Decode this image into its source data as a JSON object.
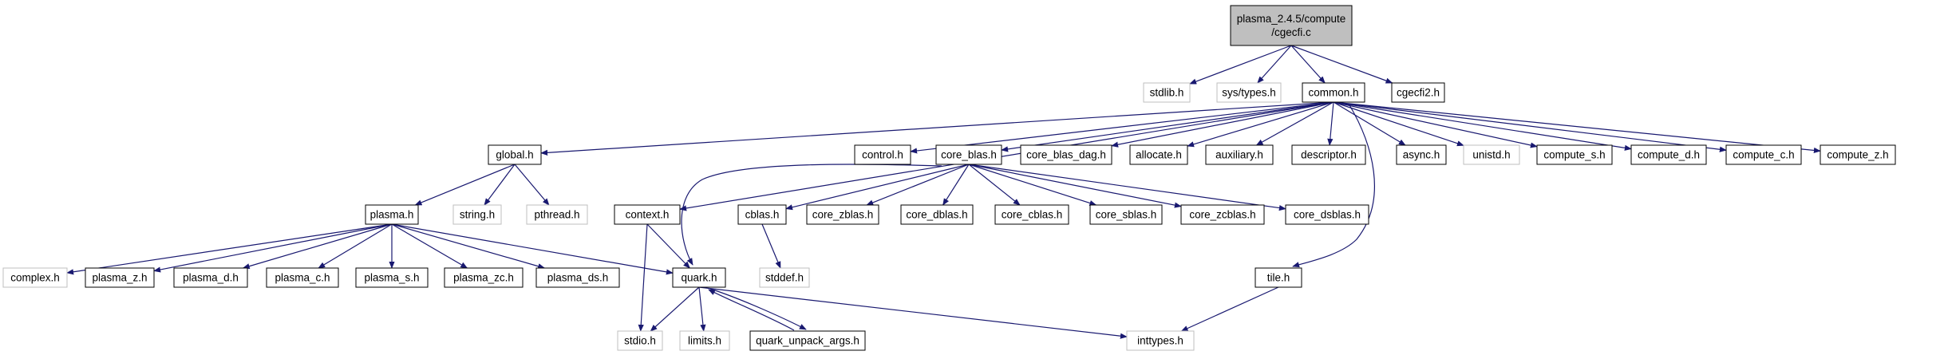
{
  "graph": {
    "nodes": [
      {
        "id": "root",
        "lines": [
          "plasma_2.4.5/compute",
          "/cgecfi.c"
        ],
        "style": "root"
      },
      {
        "id": "stdlib",
        "lines": [
          "stdlib.h"
        ],
        "style": "external"
      },
      {
        "id": "systypes",
        "lines": [
          "sys/types.h"
        ],
        "style": "external"
      },
      {
        "id": "common",
        "lines": [
          "common.h"
        ],
        "style": "local"
      },
      {
        "id": "cgecfi2",
        "lines": [
          "cgecfi2.h"
        ],
        "style": "local"
      },
      {
        "id": "global",
        "lines": [
          "global.h"
        ],
        "style": "local"
      },
      {
        "id": "control",
        "lines": [
          "control.h"
        ],
        "style": "local"
      },
      {
        "id": "coreblas",
        "lines": [
          "core_blas.h"
        ],
        "style": "local"
      },
      {
        "id": "coreblasdag",
        "lines": [
          "core_blas_dag.h"
        ],
        "style": "local"
      },
      {
        "id": "allocate",
        "lines": [
          "allocate.h"
        ],
        "style": "local"
      },
      {
        "id": "auxiliary",
        "lines": [
          "auxiliary.h"
        ],
        "style": "local"
      },
      {
        "id": "descriptor",
        "lines": [
          "descriptor.h"
        ],
        "style": "local"
      },
      {
        "id": "async",
        "lines": [
          "async.h"
        ],
        "style": "local"
      },
      {
        "id": "unistd",
        "lines": [
          "unistd.h"
        ],
        "style": "external"
      },
      {
        "id": "computes",
        "lines": [
          "compute_s.h"
        ],
        "style": "local"
      },
      {
        "id": "computed",
        "lines": [
          "compute_d.h"
        ],
        "style": "local"
      },
      {
        "id": "computec",
        "lines": [
          "compute_c.h"
        ],
        "style": "local"
      },
      {
        "id": "computez",
        "lines": [
          "compute_z.h"
        ],
        "style": "local"
      },
      {
        "id": "plasma",
        "lines": [
          "plasma.h"
        ],
        "style": "local"
      },
      {
        "id": "string",
        "lines": [
          "string.h"
        ],
        "style": "external"
      },
      {
        "id": "pthread",
        "lines": [
          "pthread.h"
        ],
        "style": "external"
      },
      {
        "id": "context",
        "lines": [
          "context.h"
        ],
        "style": "local"
      },
      {
        "id": "cblas",
        "lines": [
          "cblas.h"
        ],
        "style": "local"
      },
      {
        "id": "corezblas",
        "lines": [
          "core_zblas.h"
        ],
        "style": "local"
      },
      {
        "id": "coredblas",
        "lines": [
          "core_dblas.h"
        ],
        "style": "local"
      },
      {
        "id": "corecblas",
        "lines": [
          "core_cblas.h"
        ],
        "style": "local"
      },
      {
        "id": "coresblas",
        "lines": [
          "core_sblas.h"
        ],
        "style": "local"
      },
      {
        "id": "corezcblas",
        "lines": [
          "core_zcblas.h"
        ],
        "style": "local"
      },
      {
        "id": "coredsblas",
        "lines": [
          "core_dsblas.h"
        ],
        "style": "local"
      },
      {
        "id": "complex",
        "lines": [
          "complex.h"
        ],
        "style": "external"
      },
      {
        "id": "plasmaz",
        "lines": [
          "plasma_z.h"
        ],
        "style": "local"
      },
      {
        "id": "plasmad",
        "lines": [
          "plasma_d.h"
        ],
        "style": "local"
      },
      {
        "id": "plasmac",
        "lines": [
          "plasma_c.h"
        ],
        "style": "local"
      },
      {
        "id": "plasmas",
        "lines": [
          "plasma_s.h"
        ],
        "style": "local"
      },
      {
        "id": "plasmazc",
        "lines": [
          "plasma_zc.h"
        ],
        "style": "local"
      },
      {
        "id": "plasmads",
        "lines": [
          "plasma_ds.h"
        ],
        "style": "local"
      },
      {
        "id": "quark",
        "lines": [
          "quark.h"
        ],
        "style": "local"
      },
      {
        "id": "stddef",
        "lines": [
          "stddef.h"
        ],
        "style": "external"
      },
      {
        "id": "tile",
        "lines": [
          "tile.h"
        ],
        "style": "local"
      },
      {
        "id": "stdio",
        "lines": [
          "stdio.h"
        ],
        "style": "external"
      },
      {
        "id": "limits",
        "lines": [
          "limits.h"
        ],
        "style": "external"
      },
      {
        "id": "quarkunpack",
        "lines": [
          "quark_unpack_args.h"
        ],
        "style": "local"
      },
      {
        "id": "inttypes",
        "lines": [
          "inttypes.h"
        ],
        "style": "external"
      }
    ],
    "edges": [
      [
        "root",
        "stdlib"
      ],
      [
        "root",
        "systypes"
      ],
      [
        "root",
        "common"
      ],
      [
        "root",
        "cgecfi2"
      ],
      [
        "common",
        "global"
      ],
      [
        "common",
        "control"
      ],
      [
        "common",
        "coreblas"
      ],
      [
        "common",
        "coreblasdag"
      ],
      [
        "common",
        "allocate"
      ],
      [
        "common",
        "auxiliary"
      ],
      [
        "common",
        "descriptor"
      ],
      [
        "common",
        "async"
      ],
      [
        "common",
        "unistd"
      ],
      [
        "common",
        "computes"
      ],
      [
        "common",
        "computed"
      ],
      [
        "common",
        "computec"
      ],
      [
        "common",
        "computez"
      ],
      [
        "common",
        "context"
      ],
      [
        "common",
        "tile"
      ],
      [
        "global",
        "plasma"
      ],
      [
        "global",
        "string"
      ],
      [
        "global",
        "pthread"
      ],
      [
        "plasma",
        "complex"
      ],
      [
        "plasma",
        "plasmaz"
      ],
      [
        "plasma",
        "plasmad"
      ],
      [
        "plasma",
        "plasmac"
      ],
      [
        "plasma",
        "plasmas"
      ],
      [
        "plasma",
        "plasmazc"
      ],
      [
        "plasma",
        "plasmads"
      ],
      [
        "plasma",
        "quark"
      ],
      [
        "coreblas",
        "cblas"
      ],
      [
        "coreblas",
        "corezblas"
      ],
      [
        "coreblas",
        "coredblas"
      ],
      [
        "coreblas",
        "corecblas"
      ],
      [
        "coreblas",
        "coresblas"
      ],
      [
        "coreblas",
        "corezcblas"
      ],
      [
        "coreblas",
        "coredsblas"
      ],
      [
        "coreblas",
        "quark"
      ],
      [
        "context",
        "quark"
      ],
      [
        "context",
        "stdio"
      ],
      [
        "cblas",
        "stddef"
      ],
      [
        "quark",
        "stdio"
      ],
      [
        "quark",
        "limits"
      ],
      [
        "quark",
        "quarkunpack"
      ],
      [
        "quark",
        "inttypes"
      ],
      [
        "quarkunpack",
        "quark"
      ],
      [
        "tile",
        "inttypes"
      ]
    ],
    "colors": {
      "edge": "#191970",
      "local_border": "#000000",
      "external_border": "#bfbfbf",
      "root_fill": "#bfbfbf",
      "text": "#000000"
    }
  }
}
